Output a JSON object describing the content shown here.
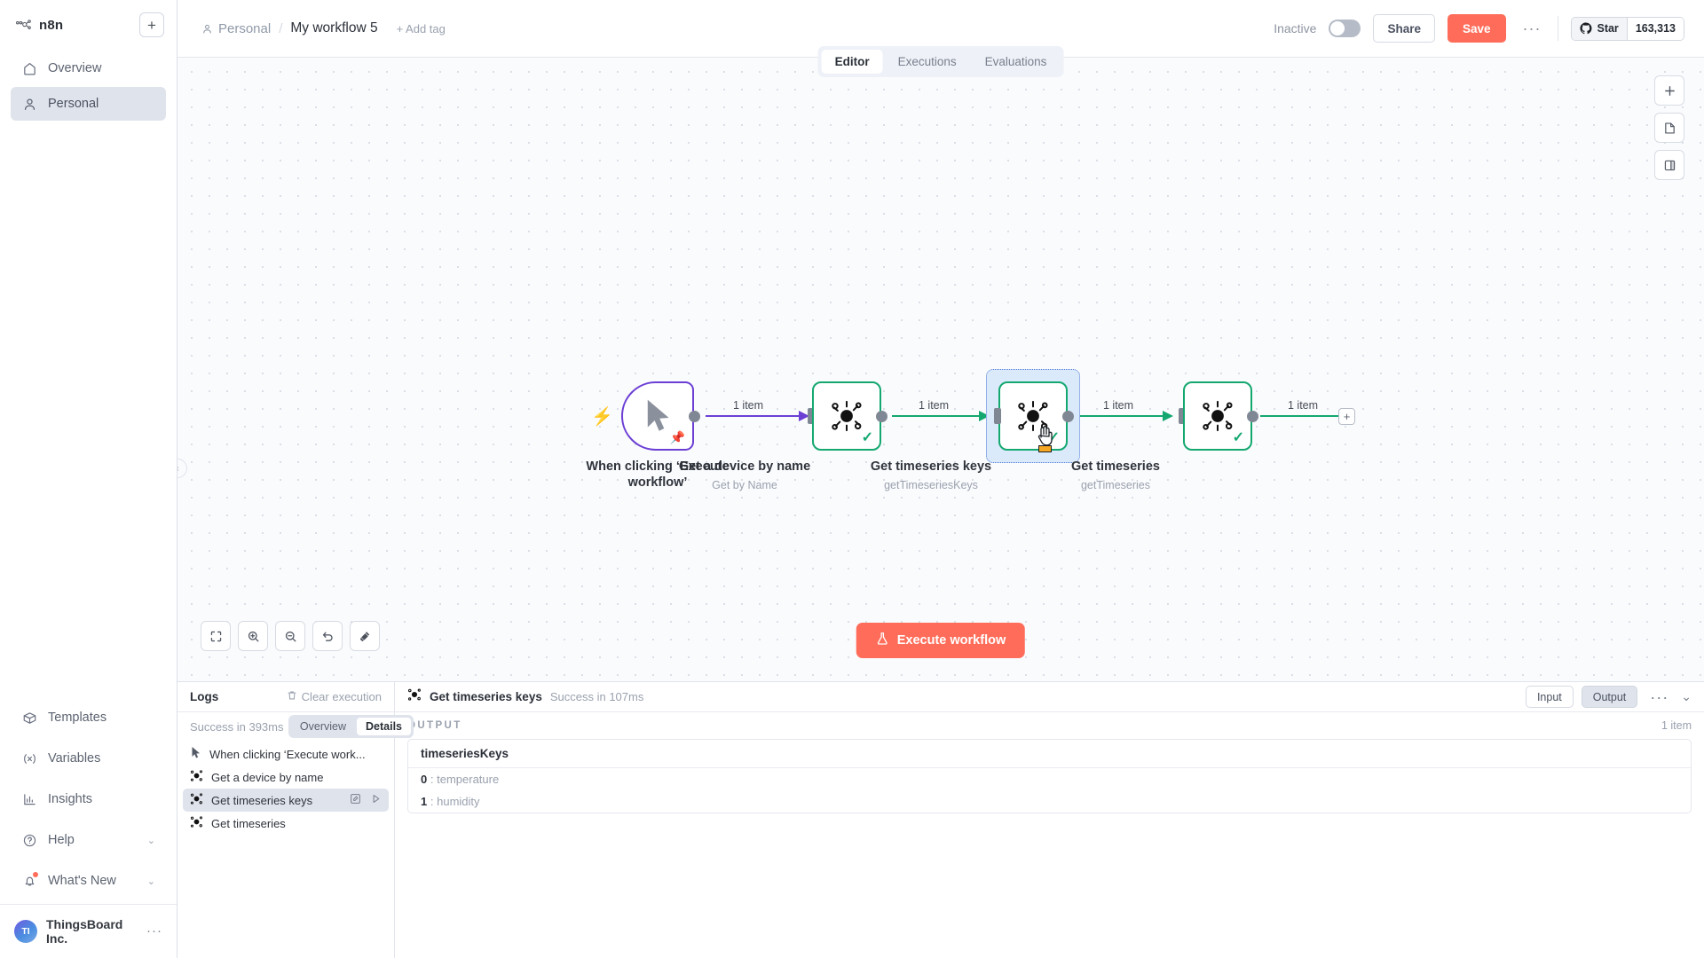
{
  "sidebar": {
    "brand": "n8n",
    "add_button": "+",
    "items": [
      {
        "label": "Overview",
        "icon": "home-icon",
        "active": false
      },
      {
        "label": "Personal",
        "icon": "person-icon",
        "active": true
      }
    ],
    "bottom_items": [
      {
        "label": "Templates",
        "icon": "box-icon",
        "chevron": ""
      },
      {
        "label": "Variables",
        "icon": "variable-icon",
        "chevron": ""
      },
      {
        "label": "Insights",
        "icon": "bar-chart-icon",
        "chevron": ""
      },
      {
        "label": "Help",
        "icon": "help-circle-icon",
        "chevron": "⌄"
      },
      {
        "label": "What's New",
        "icon": "bell-icon",
        "chevron": "⌄"
      }
    ],
    "org": {
      "initials": "TI",
      "name": "ThingsBoard Inc.",
      "menu": "···"
    }
  },
  "header": {
    "breadcrumb_project": "Personal",
    "breadcrumb_sep": "/",
    "workflow_title": "My workflow 5",
    "add_tag": "+ Add tag",
    "active_state_label": "Inactive",
    "share_label": "Share",
    "save_label": "Save",
    "more_label": "···",
    "github": {
      "label": "Star",
      "count": "163,313"
    }
  },
  "tabs": [
    {
      "label": "Editor",
      "active": true
    },
    {
      "label": "Executions",
      "active": false
    },
    {
      "label": "Evaluations",
      "active": false
    }
  ],
  "canvas": {
    "execute_button": "Execute workflow",
    "tools_left": [
      {
        "name": "zoom-to-fit-icon"
      },
      {
        "name": "zoom-in-icon"
      },
      {
        "name": "zoom-out-icon"
      },
      {
        "name": "reset-zoom-icon"
      },
      {
        "name": "tidy-up-icon"
      }
    ],
    "tools_right": [
      {
        "name": "add-node-icon",
        "glyph": "+"
      },
      {
        "name": "add-sticky-note-icon",
        "glyph": ""
      },
      {
        "name": "toggle-panel-icon",
        "glyph": ""
      }
    ],
    "collapse_handle": "‹",
    "add_node_endpoint": "+",
    "nodes": [
      {
        "id": "trigger",
        "title": "When clicking ‘Execute workflow’",
        "subtitle": "",
        "type": "manual-trigger",
        "status": "pinned"
      },
      {
        "id": "get-device",
        "title": "Get a device by name",
        "subtitle": "Get by Name",
        "type": "thingsboard",
        "status": "success"
      },
      {
        "id": "get-ts-keys",
        "title": "Get timeseries keys",
        "subtitle": "getTimeseriesKeys",
        "type": "thingsboard",
        "status": "success",
        "selected": true
      },
      {
        "id": "get-ts",
        "title": "Get timeseries",
        "subtitle": "getTimeseries",
        "type": "thingsboard",
        "status": "success"
      }
    ],
    "edge_labels": [
      "1 item",
      "1 item",
      "1 item",
      "1 item"
    ]
  },
  "logs": {
    "title": "Logs",
    "clear_label": "Clear execution",
    "status": "Success in 393ms",
    "view_toggle": [
      {
        "label": "Overview",
        "active": false
      },
      {
        "label": "Details",
        "active": true
      }
    ],
    "rows": [
      {
        "label": "When clicking ‘Execute work...",
        "icon": "cursor-icon",
        "active": false
      },
      {
        "label": "Get a device by name",
        "icon": "thingsboard-icon",
        "active": false
      },
      {
        "label": "Get timeseries keys",
        "icon": "thingsboard-icon",
        "active": true,
        "edit": "✎",
        "run": "▷"
      },
      {
        "label": "Get timeseries",
        "icon": "thingsboard-icon",
        "active": false
      }
    ]
  },
  "output": {
    "node_name": "Get timeseries keys",
    "status": "Success in 107ms",
    "input_label": "Input",
    "output_label": "Output",
    "more_label": "···",
    "collapse_label": "⌄",
    "section_label": "OUTPUT",
    "item_count": "1 item",
    "data": {
      "key": "timeseriesKeys",
      "values": [
        {
          "index": "0",
          "sep": ":",
          "value": "temperature"
        },
        {
          "index": "1",
          "sep": ":",
          "value": "humidity"
        }
      ]
    }
  },
  "colors": {
    "accent": "#ff6d5a",
    "success": "#14a870",
    "trigger": "#6b3fd4",
    "selection": "#dbeafb"
  }
}
